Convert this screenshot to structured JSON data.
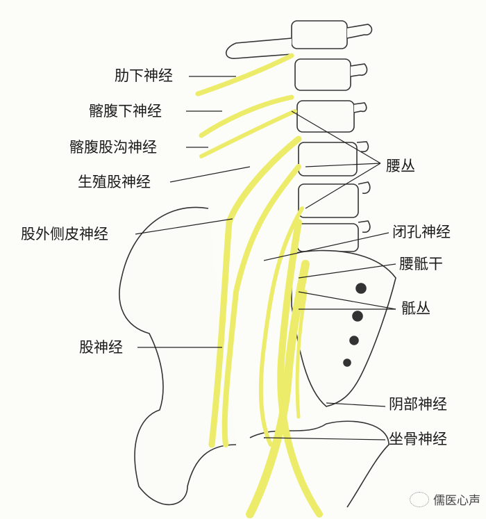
{
  "labels_left": [
    {
      "id": "subcostal",
      "text": "肋下神经"
    },
    {
      "id": "iliohypogastric",
      "text": "髂腹下神经"
    },
    {
      "id": "ilioinguinal",
      "text": "髂腹股沟神经"
    },
    {
      "id": "genitofemoral",
      "text": "生殖股神经"
    },
    {
      "id": "lateral-femoral-cutaneous",
      "text": "股外侧皮神经"
    },
    {
      "id": "femoral",
      "text": "股神经"
    }
  ],
  "labels_right": [
    {
      "id": "lumbar-plexus",
      "text": "腰丛"
    },
    {
      "id": "obturator",
      "text": "闭孔神经"
    },
    {
      "id": "lumbosacral-trunk",
      "text": "腰骶干"
    },
    {
      "id": "sacral-plexus",
      "text": "骶丛"
    },
    {
      "id": "pudendal",
      "text": "阴部神经"
    },
    {
      "id": "sciatic",
      "text": "坐骨神经"
    }
  ],
  "watermark": "儒医心声",
  "colors": {
    "nerve": "#ecec6a",
    "nerve_edge": "#b8b840",
    "bone_line": "#333333",
    "background": "#fcfcf9"
  }
}
